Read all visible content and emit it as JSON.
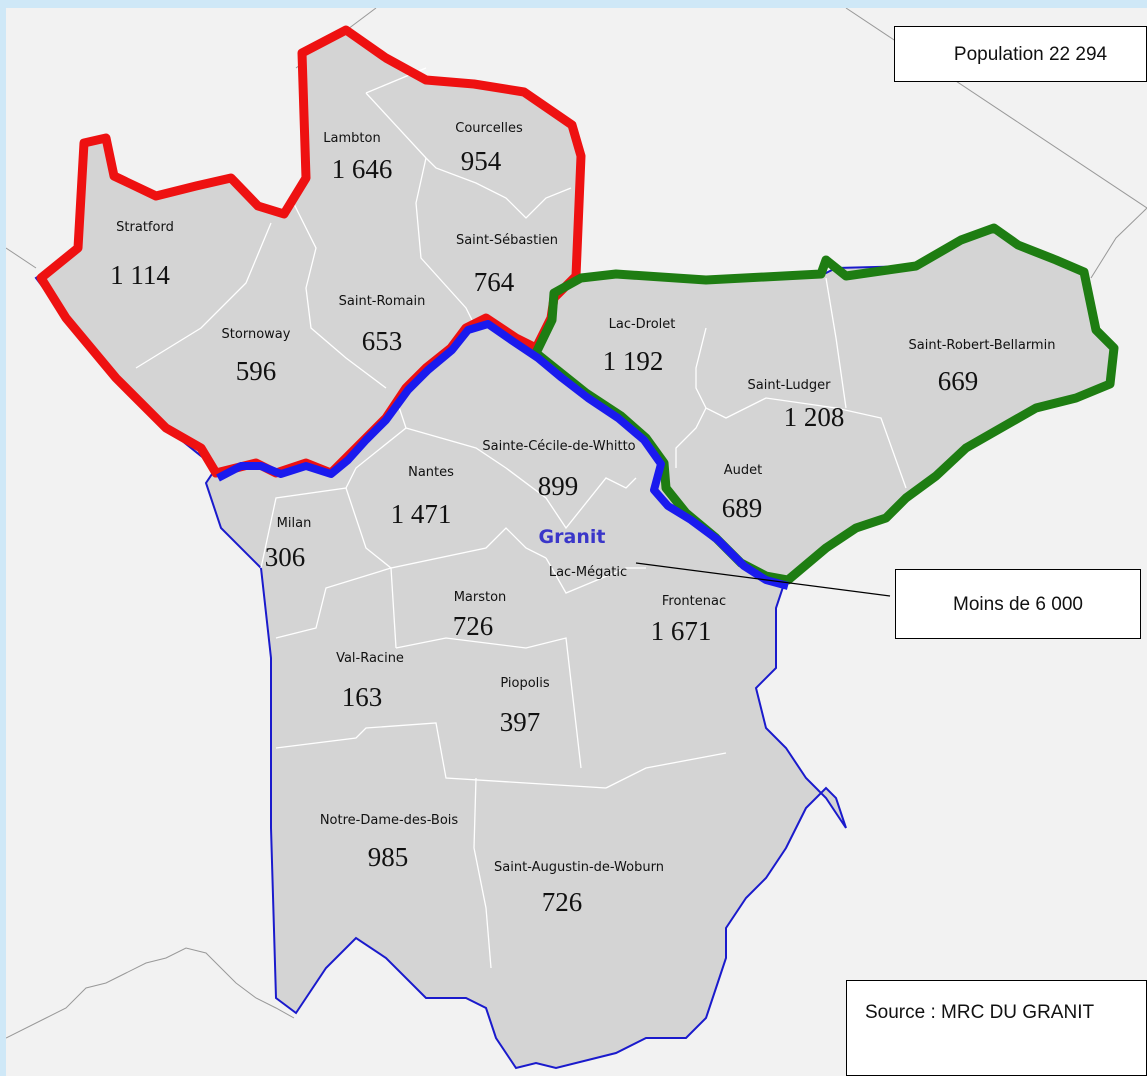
{
  "map": {
    "mrc_label": "Granit",
    "population_box": "Population 22 294",
    "moins_box": "Moins de 6 000",
    "source_box": "Source : MRC DU GRANIT",
    "colors": {
      "water": "#cfe8f7",
      "background": "#f2f2f2",
      "land": "#d4d4d4",
      "boundary_mrc": "#1a1acc",
      "zone_red": "#ee1111",
      "zone_green": "#1e7d12",
      "zone_blue": "#1a1aee"
    }
  },
  "municipalities": [
    {
      "id": "stratford",
      "name": "Stratford",
      "population": "1 114"
    },
    {
      "id": "lambton",
      "name": "Lambton",
      "population": "1 646"
    },
    {
      "id": "courcelles",
      "name": "Courcelles",
      "population": "954"
    },
    {
      "id": "saint-sebastien",
      "name": "Saint-Sébastien",
      "population": "764"
    },
    {
      "id": "saint-romain",
      "name": "Saint-Romain",
      "population": "653"
    },
    {
      "id": "stornoway",
      "name": "Stornoway",
      "population": "596"
    },
    {
      "id": "lac-drolet",
      "name": "Lac-Drolet",
      "population": "1 192"
    },
    {
      "id": "saint-ludger",
      "name": "Saint-Ludger",
      "population": "1 208"
    },
    {
      "id": "saint-robert-bellarmin",
      "name": "Saint-Robert-Bellarmin",
      "population": "669"
    },
    {
      "id": "audet",
      "name": "Audet",
      "population": "689"
    },
    {
      "id": "sainte-cecile-de-whitton",
      "name": "Sainte-Cécile-de-Whitto",
      "population": "899"
    },
    {
      "id": "nantes",
      "name": "Nantes",
      "population": "1 471"
    },
    {
      "id": "milan",
      "name": "Milan",
      "population": "306"
    },
    {
      "id": "lac-megantic",
      "name": "Lac-Mégatic",
      "population": ""
    },
    {
      "id": "marston",
      "name": "Marston",
      "population": "726"
    },
    {
      "id": "frontenac",
      "name": "Frontenac",
      "population": "1 671"
    },
    {
      "id": "val-racine",
      "name": "Val-Racine",
      "population": "163"
    },
    {
      "id": "piopolis",
      "name": "Piopolis",
      "population": "397"
    },
    {
      "id": "notre-dame-des-bois",
      "name": "Notre-Dame-des-Bois",
      "population": "985"
    },
    {
      "id": "saint-augustin-de-woburn",
      "name": "Saint-Augustin-de-Woburn",
      "population": "726"
    }
  ]
}
